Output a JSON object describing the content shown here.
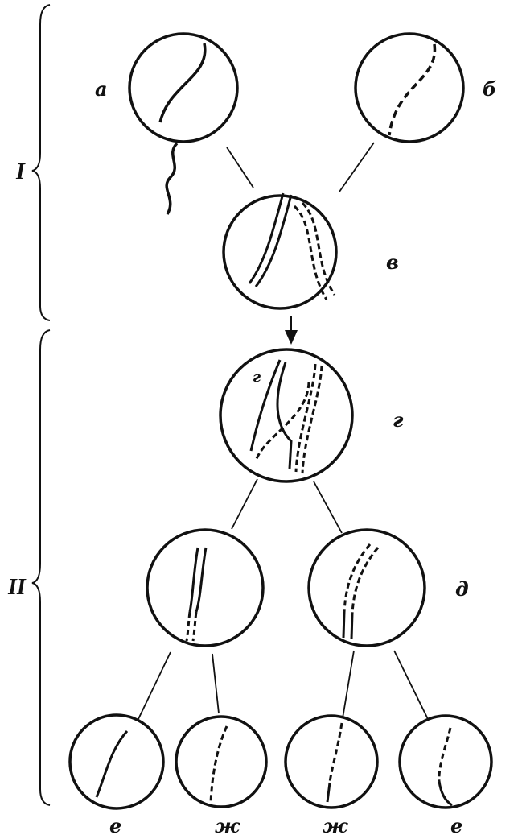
{
  "stages": {
    "stage1": "I",
    "stage2": "II"
  },
  "labels": {
    "a": "а",
    "b": "б",
    "v": "в",
    "g": "г",
    "g_inner": "г",
    "d": "д",
    "e1": "е",
    "zh1": "ж",
    "zh2": "ж",
    "e2": "е"
  },
  "colors": {
    "ink": "#111111",
    "paper": "#ffffff"
  }
}
